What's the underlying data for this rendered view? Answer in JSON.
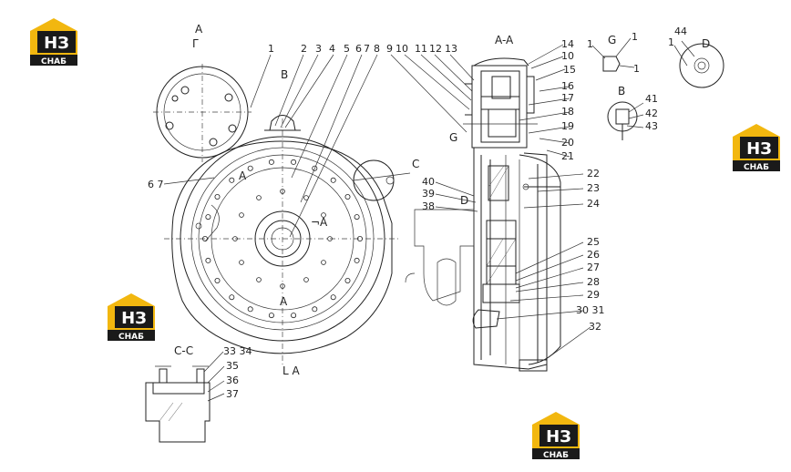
{
  "logo": {
    "mark": "НЗ",
    "word": "СНАБ",
    "colors": {
      "roof": "#f2b70f",
      "mark_bg": "#1a1a1a",
      "mark_text": "#ffffff",
      "word_text": "#ffffff"
    }
  },
  "section_labels": {
    "view_a_letter": "A",
    "view_g": "Г",
    "view_b": "B",
    "section_aa": "A-A",
    "view_g_detail": "G",
    "view_d_detail": "D",
    "view_b_detail": "B",
    "view_c": "C",
    "view_d_side": "D",
    "section_a_left": "A",
    "section_a_right": "¬A",
    "section_a_bottom": "A",
    "section_a_corner": "L A",
    "section_cc": "C-C",
    "section_g_side": "G"
  },
  "callouts": {
    "top_left": [
      "1",
      "2",
      "3",
      "4",
      "5",
      "6",
      "7",
      "8",
      "9",
      "10",
      "11",
      "12",
      "13"
    ],
    "six_seven": "6 7",
    "right_column": [
      "14",
      "10",
      "15",
      "16",
      "17",
      "18",
      "19",
      "20",
      "21",
      "22",
      "23",
      "24",
      "25",
      "26",
      "27",
      "28",
      "29",
      "30 31",
      "32"
    ],
    "left_column": [
      "40",
      "39",
      "38"
    ],
    "detail_g": [
      "1",
      "1",
      "1"
    ],
    "detail_d": [
      "44",
      "1"
    ],
    "detail_b": [
      "41",
      "42",
      "43"
    ],
    "detail_cc": [
      "33 34",
      "35",
      "36",
      "37"
    ]
  }
}
